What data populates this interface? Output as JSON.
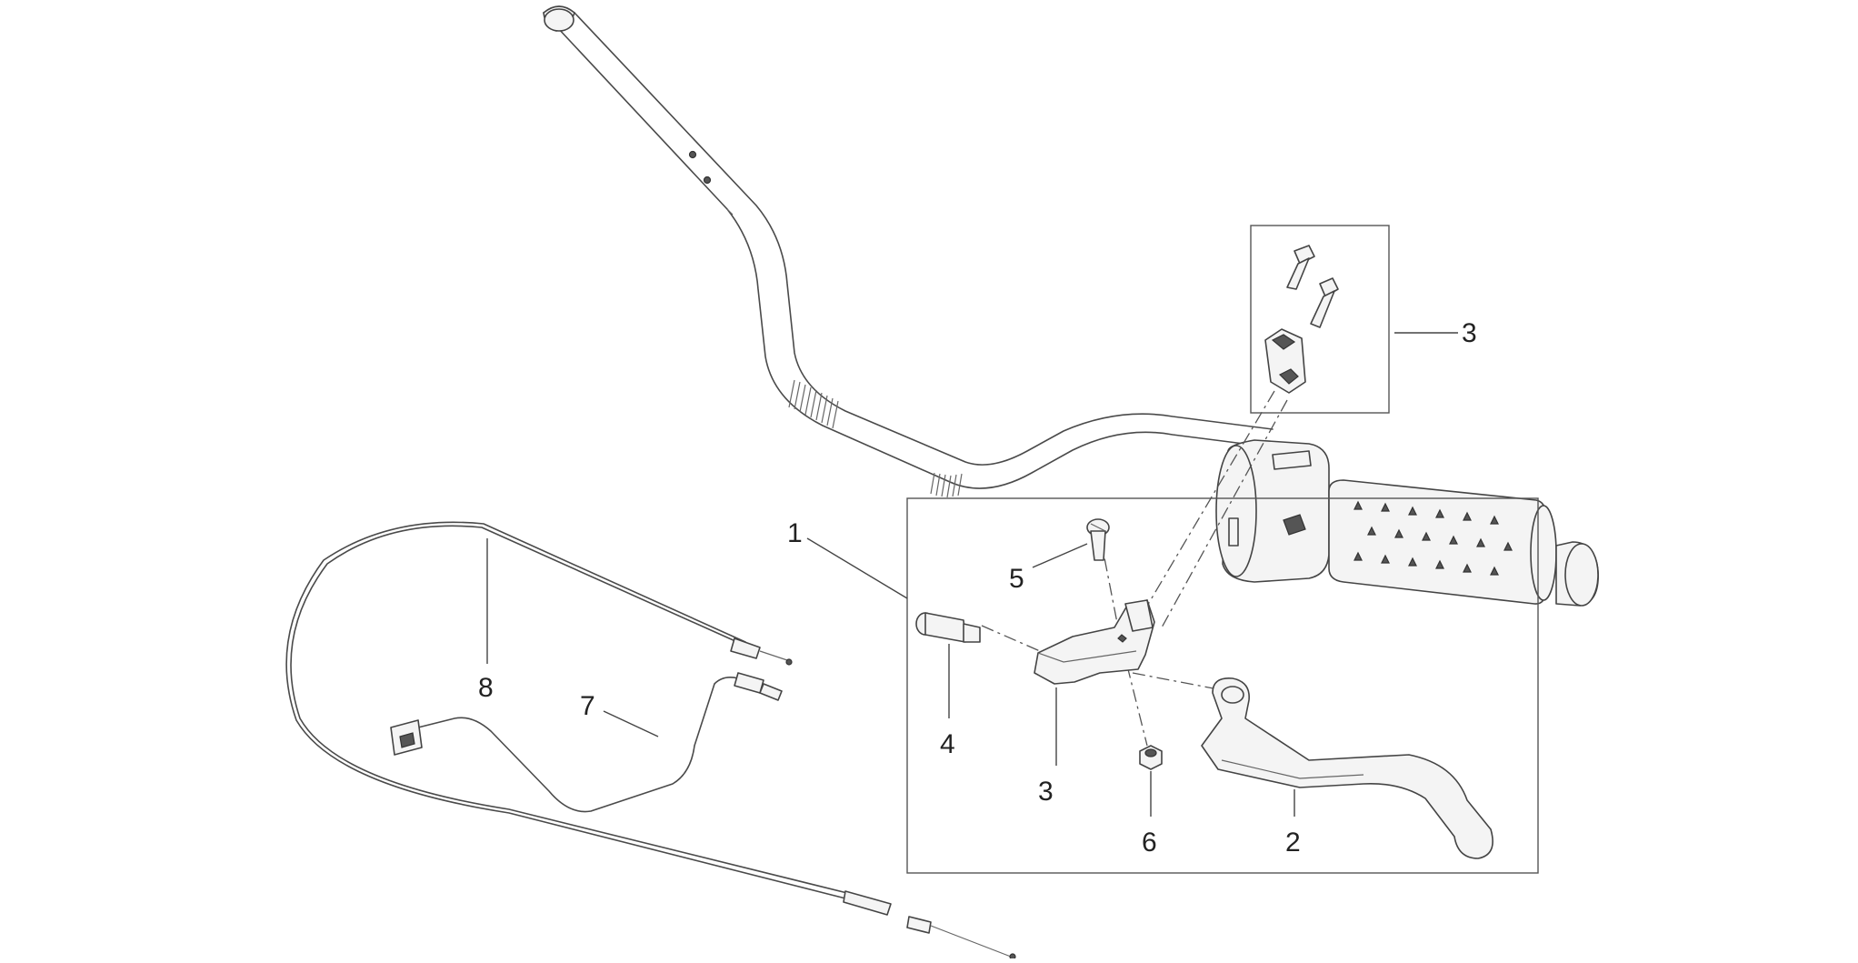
{
  "callouts": [
    {
      "id": "c1",
      "label": "1"
    },
    {
      "id": "c2",
      "label": "2"
    },
    {
      "id": "c3a",
      "label": "3"
    },
    {
      "id": "c3b",
      "label": "3"
    },
    {
      "id": "c4",
      "label": "4"
    },
    {
      "id": "c5",
      "label": "5"
    },
    {
      "id": "c6",
      "label": "6"
    },
    {
      "id": "c7",
      "label": "7"
    },
    {
      "id": "c8",
      "label": "8"
    }
  ]
}
